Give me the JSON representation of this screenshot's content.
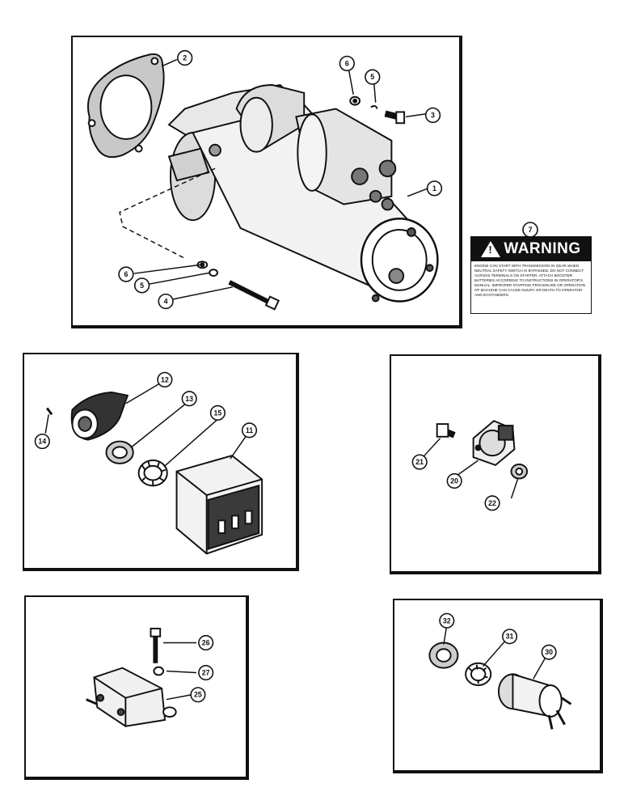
{
  "callouts": {
    "c1": "1",
    "c2": "2",
    "c3": "3",
    "c4": "4",
    "c5a": "5",
    "c5b": "5",
    "c6a": "6",
    "c6b": "6",
    "c7": "7",
    "c11": "11",
    "c12": "12",
    "c13": "13",
    "c14": "14",
    "c15": "15",
    "c20": "20",
    "c21": "21",
    "c22": "22",
    "c25": "25",
    "c26": "26",
    "c27": "27",
    "c30": "30",
    "c31": "31",
    "c32": "32"
  },
  "warning": {
    "title": "WARNING",
    "icon_glyph": "!",
    "text": "Engine can start with transmission in gear when neutral safety switch is bypassed. Do not connect across terminals on starter. Attach booster batteries according to instructions in operator's manual. Improper starting procedure or operation of machine can cause injury or death to operator and bystanders."
  },
  "colors": {
    "ink": "#111111",
    "paper": "#ffffff"
  }
}
